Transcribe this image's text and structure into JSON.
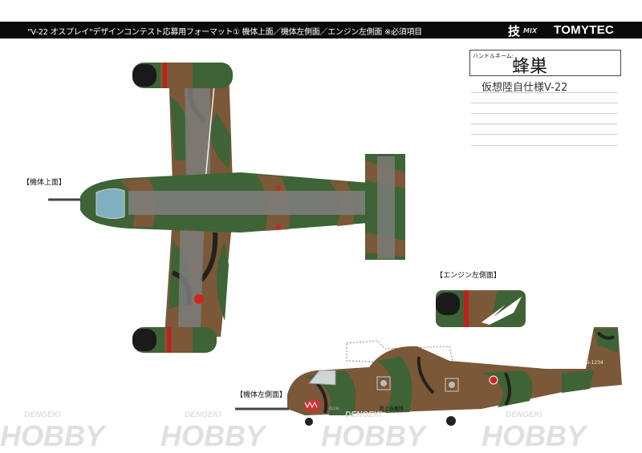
{
  "header": {
    "title": "\"V-22 オスプレイ\"デザインコンテスト応募用フォーマット① 機体上面／機体左側面／エンジン左側面 ※必須項目",
    "logo_gi": "技",
    "logo_mix": "MIX",
    "brand": "TOMYTEC"
  },
  "entry": {
    "handle_label": "ハンドルネーム:",
    "handle_name": "蜂巣",
    "design_title": "仮想陸自仕様V-22"
  },
  "views": {
    "top": "【機体上面】",
    "engine_left": "【エンジン左側面】",
    "left_side": "【機体左側面】"
  },
  "markings": {
    "tail_number": "JG-1234",
    "fuselage_text": "陸上自衛隊",
    "nose_number": "01234"
  },
  "watermark": {
    "text_small": "DENGEKI",
    "text_big": "HOBBY"
  },
  "colors": {
    "camo_brown": "#7a5838",
    "camo_green": "#3e6336",
    "camo_black": "#22221c",
    "walkway_gray": "#7d7d7a",
    "hinomaru": "#d0241c"
  }
}
